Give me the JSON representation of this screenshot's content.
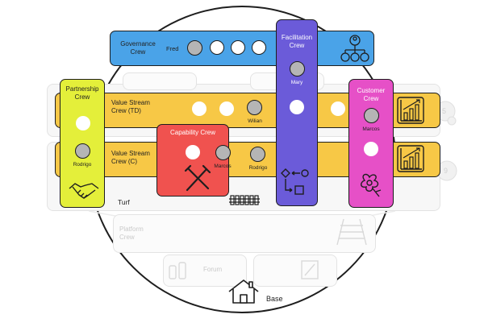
{
  "governance": {
    "title": "Governance\nCrew",
    "member": "Fred"
  },
  "partnership": {
    "title": "Partnership\nCrew",
    "member": "Rodrigo"
  },
  "value_stream_td": {
    "title": "Value Stream\nCrew (TD)",
    "member": "Wilian"
  },
  "value_stream_c": {
    "title": "Value Stream\nCrew (C)",
    "member": "Rodrigo"
  },
  "capability": {
    "title": "Capability Crew",
    "member": "Marcos"
  },
  "facilitation": {
    "title": "Facilitation\nCrew",
    "member": "Mary"
  },
  "customer": {
    "title": "Customer\nCrew",
    "member": "Marcos"
  },
  "turf": {
    "label": "Turf"
  },
  "platform": {
    "title": "Platform\nCrew"
  },
  "forum": {
    "label": "Forum"
  },
  "base": {
    "label": "Base"
  },
  "badges": {
    "top": "5",
    "bottom": "9"
  },
  "colors": {
    "governance": "#4aa3e8",
    "partnership": "#e4ef3a",
    "value_stream": "#f7c846",
    "capability": "#f0524f",
    "facilitation": "#6b5bd9",
    "customer": "#e650c7",
    "member_grey": "#b5b5b5"
  },
  "icons": [
    "org-chart-icon",
    "handshake-icon",
    "tools-icon",
    "flow-icon",
    "flower-icon",
    "growth-chart-icon",
    "fence-icon",
    "house-icon",
    "rail-icon",
    "forum-icon",
    "edit-icon"
  ]
}
